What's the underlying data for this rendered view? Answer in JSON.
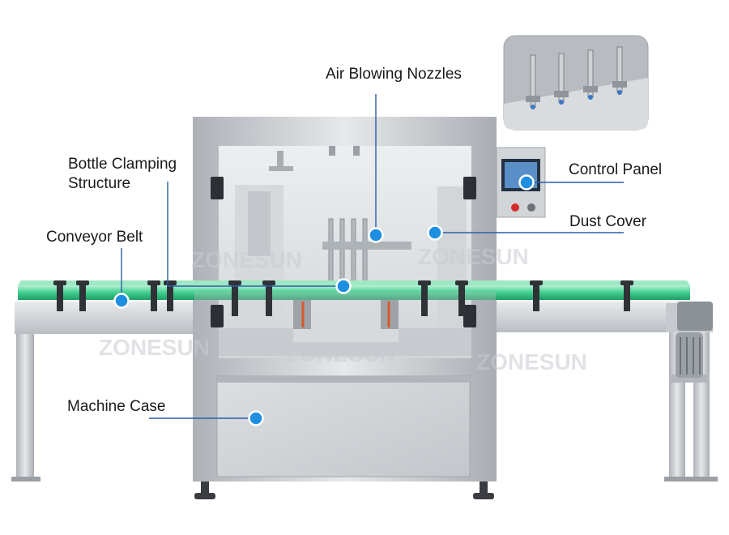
{
  "watermark": "ZONESUN",
  "colors": {
    "callout_dot": "#1e8fe0",
    "callout_line": "#2a5fa8",
    "steel": "#c9ccd0",
    "belt": "#2fc48a"
  },
  "labels": {
    "air_blowing_nozzles": "Air Blowing Nozzles",
    "bottle_clamping_structure": "Bottle Clamping Structure",
    "control_panel": "Control Panel",
    "dust_cover": "Dust Cover",
    "conveyor_belt": "Conveyor Belt",
    "machine_case": "Machine Case"
  }
}
